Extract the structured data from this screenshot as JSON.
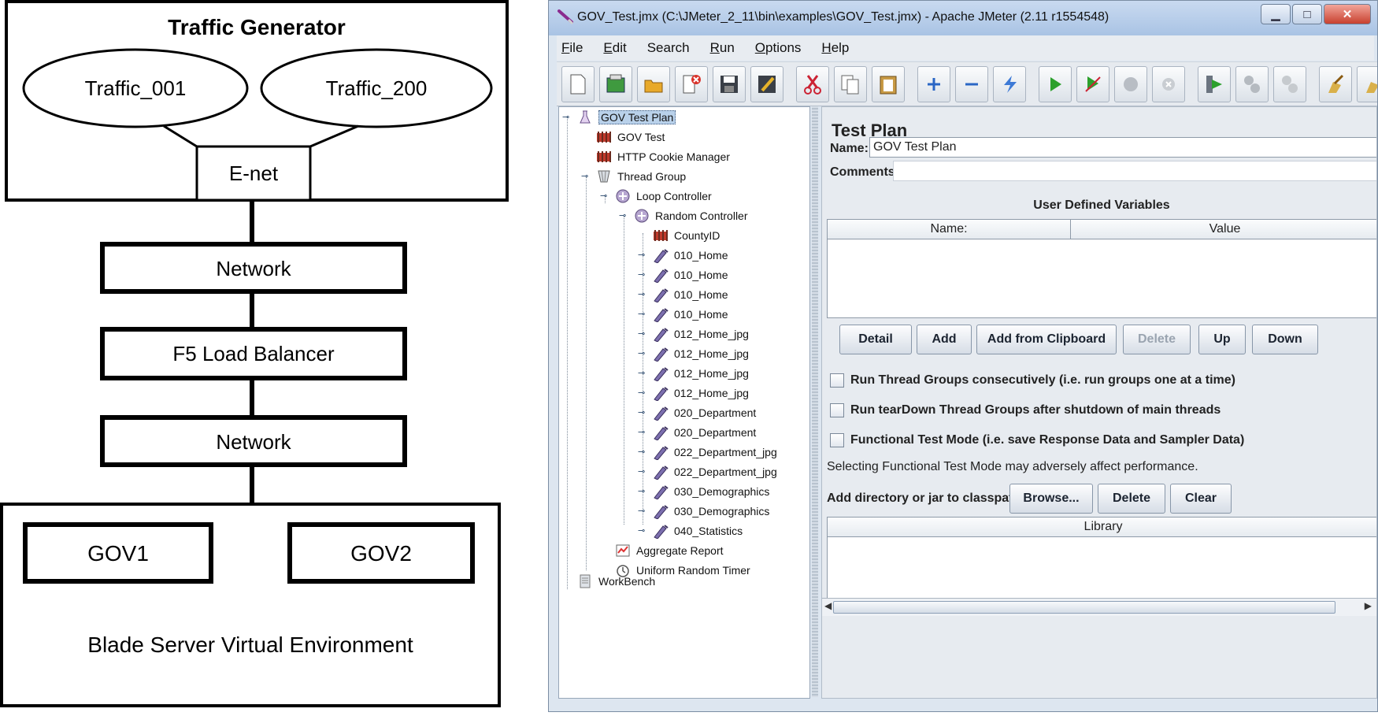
{
  "diagram": {
    "traffic_generator": "Traffic Generator",
    "traffic_a": "Traffic_001",
    "traffic_b": "Traffic_200",
    "enet": "E-net",
    "network_top": "Network",
    "load_balancer": "F5 Load Balancer",
    "network_bottom": "Network",
    "server_a": "GOV1",
    "server_b": "GOV2",
    "blade_env": "Blade Server Virtual Environment"
  },
  "window": {
    "title": "GOV_Test.jmx (C:\\JMeter_2_11\\bin\\examples\\GOV_Test.jmx) - Apache JMeter (2.11 r1554548)",
    "buttons": {
      "minimize": "▁",
      "maximize": "□",
      "close": "✕"
    }
  },
  "menu": [
    {
      "first": "F",
      "rest": "ile"
    },
    {
      "first": "E",
      "rest": "dit"
    },
    {
      "first": "",
      "rest": "Search"
    },
    {
      "first": "R",
      "rest": "un"
    },
    {
      "first": "O",
      "rest": "ptions"
    },
    {
      "first": "H",
      "rest": "elp"
    }
  ],
  "toolbar_icons": [
    "new-icon",
    "templates-icon",
    "open-icon",
    "close-file-icon",
    "save-icon",
    "save-as-icon",
    "cut-icon",
    "copy-icon",
    "paste-icon",
    "expand-icon",
    "collapse-icon",
    "toggle-icon",
    "start-icon",
    "start-no-timers-icon",
    "stop-icon",
    "shutdown-icon",
    "remote-start-icon",
    "remote-stop-icon",
    "remote-shutdown-icon",
    "clear-icon",
    "clear-all-icon"
  ],
  "tree": {
    "items": [
      {
        "label": "GOV Test Plan",
        "icon": "test-plan-icon"
      },
      {
        "label": "GOV Test",
        "icon": "config-icon"
      },
      {
        "label": "HTTP Cookie Manager",
        "icon": "config-icon"
      },
      {
        "label": "Thread Group",
        "icon": "thread-group-icon"
      },
      {
        "label": "Loop Controller",
        "icon": "controller-icon"
      },
      {
        "label": "Random Controller",
        "icon": "controller-icon"
      },
      {
        "label": "CountyID",
        "icon": "config-icon"
      },
      {
        "label": "010_Home",
        "icon": "sampler-icon"
      },
      {
        "label": "010_Home",
        "icon": "sampler-icon"
      },
      {
        "label": "010_Home",
        "icon": "sampler-icon"
      },
      {
        "label": "010_Home",
        "icon": "sampler-icon"
      },
      {
        "label": "012_Home_jpg",
        "icon": "sampler-icon"
      },
      {
        "label": "012_Home_jpg",
        "icon": "sampler-icon"
      },
      {
        "label": "012_Home_jpg",
        "icon": "sampler-icon"
      },
      {
        "label": "012_Home_jpg",
        "icon": "sampler-icon"
      },
      {
        "label": "020_Department",
        "icon": "sampler-icon"
      },
      {
        "label": "020_Department",
        "icon": "sampler-icon"
      },
      {
        "label": "022_Department_jpg",
        "icon": "sampler-icon"
      },
      {
        "label": "022_Department_jpg",
        "icon": "sampler-icon"
      },
      {
        "label": "030_Demographics",
        "icon": "sampler-icon"
      },
      {
        "label": "030_Demographics",
        "icon": "sampler-icon"
      },
      {
        "label": "040_Statistics",
        "icon": "sampler-icon"
      },
      {
        "label": "Aggregate Report",
        "icon": "listener-icon"
      },
      {
        "label": "Uniform Random Timer",
        "icon": "timer-icon"
      },
      {
        "label": "WorkBench",
        "icon": "workbench-icon"
      }
    ]
  },
  "panel": {
    "title": "Test Plan",
    "name_label": "Name:",
    "name_value": "GOV Test Plan",
    "comments_label": "Comments:",
    "comments_value": "",
    "udv_title": "User Defined Variables",
    "udv_col_name": "Name:",
    "udv_col_value": "Value",
    "btn_detail": "Detail",
    "btn_add": "Add",
    "btn_add_clipboard": "Add from Clipboard",
    "btn_delete": "Delete",
    "btn_up": "Up",
    "btn_down": "Down",
    "cb_consecutive": "Run Thread Groups consecutively (i.e. run groups one at a time)",
    "cb_teardown": "Run tearDown Thread Groups after shutdown of main threads",
    "cb_functional": "Functional Test Mode (i.e. save Response Data and Sampler Data)",
    "functional_note": "Selecting Functional Test Mode may adversely affect performance.",
    "classpath_label": "Add directory or jar to classpath",
    "btn_browse": "Browse...",
    "btn_cp_delete": "Delete",
    "btn_clear": "Clear",
    "library_header": "Library"
  },
  "colors": {
    "accent": "#b9d1ea",
    "title_bar": "#a9c3e4",
    "close_button": "#c8412f"
  }
}
